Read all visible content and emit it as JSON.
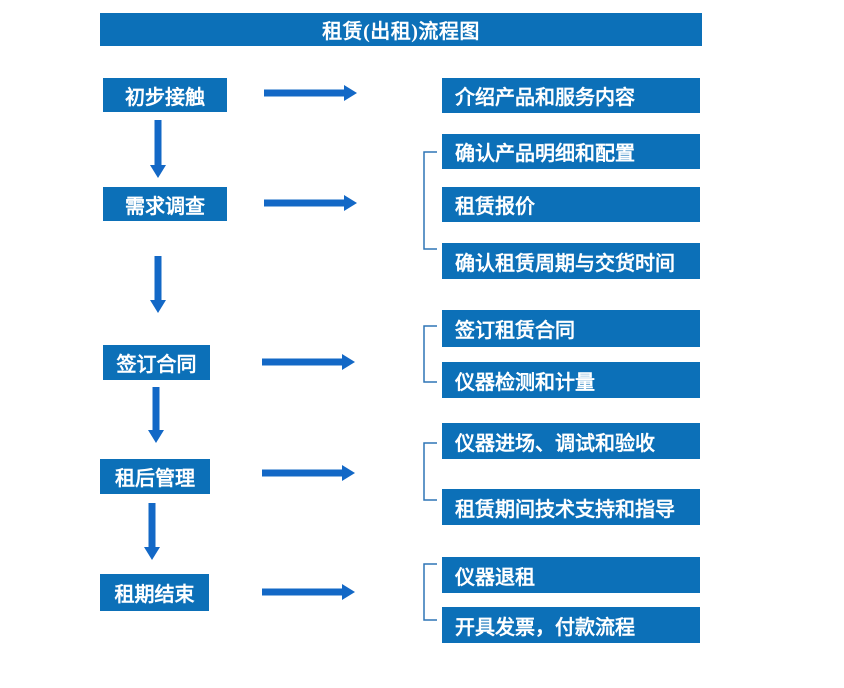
{
  "flow": {
    "title": "租赁(出租)流程图",
    "stages": [
      {
        "step": "初步接触",
        "details": [
          "介绍产品和服务内容"
        ]
      },
      {
        "step": "需求调查",
        "details": [
          "确认产品明细和配置",
          "租赁报价",
          "确认租赁周期与交货时间"
        ]
      },
      {
        "step": "签订合同",
        "details": [
          "签订租赁合同",
          "仪器检测和计量"
        ]
      },
      {
        "step": "租后管理",
        "details": [
          "仪器进场、调试和验收",
          "租赁期间技术支持和指导"
        ]
      },
      {
        "step": "租期结束",
        "details": [
          "仪器退租",
          "开具发票，付款流程"
        ]
      }
    ]
  },
  "colors": {
    "box_blue": "#0C70B8",
    "arrow_blue": "#1368C6",
    "bracket_blue": "#2E75B6",
    "text_white": "#FFFFFF"
  }
}
